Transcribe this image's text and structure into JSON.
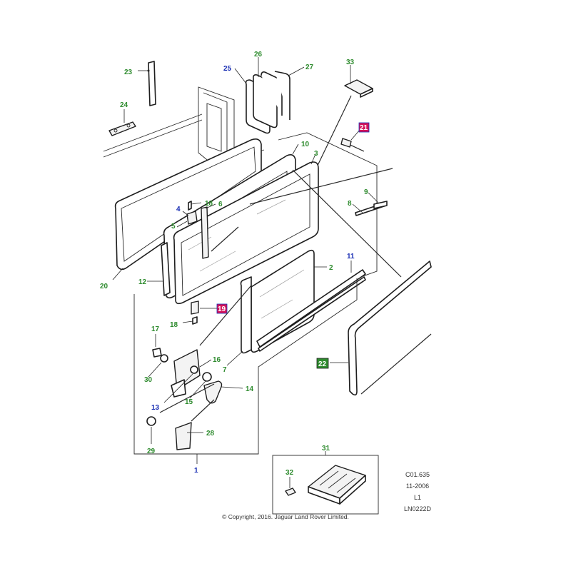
{
  "callouts": {
    "c1": "1",
    "c2": "2",
    "c3": "3",
    "c4": "4",
    "c5": "5",
    "c6": "6",
    "c7": "7",
    "c8": "8",
    "c9": "9",
    "c10": "10",
    "c11": "11",
    "c12": "12",
    "c13": "13",
    "c14": "14",
    "c15": "15",
    "c16": "16",
    "c17": "17",
    "c18a": "18",
    "c18b": "18",
    "c19": "19",
    "c20": "20",
    "c21": "21",
    "c22": "22",
    "c23": "23",
    "c24": "24",
    "c25": "25",
    "c26": "26",
    "c27": "27",
    "c28": "28",
    "c29": "29",
    "c30": "30",
    "c31": "31",
    "c32": "32",
    "c33": "33"
  },
  "colors": {
    "green": "#2e8b2e",
    "blue": "#1a2fb4",
    "red_badge": "#d4145a",
    "green_badge": "#2e8b2e"
  },
  "reference": {
    "line1": "C01.635",
    "line2": "11-2006",
    "line3": "L1",
    "line4": "LN0222D"
  },
  "copyright": "© Copyright, 2016. Jaguar Land Rover Limited."
}
